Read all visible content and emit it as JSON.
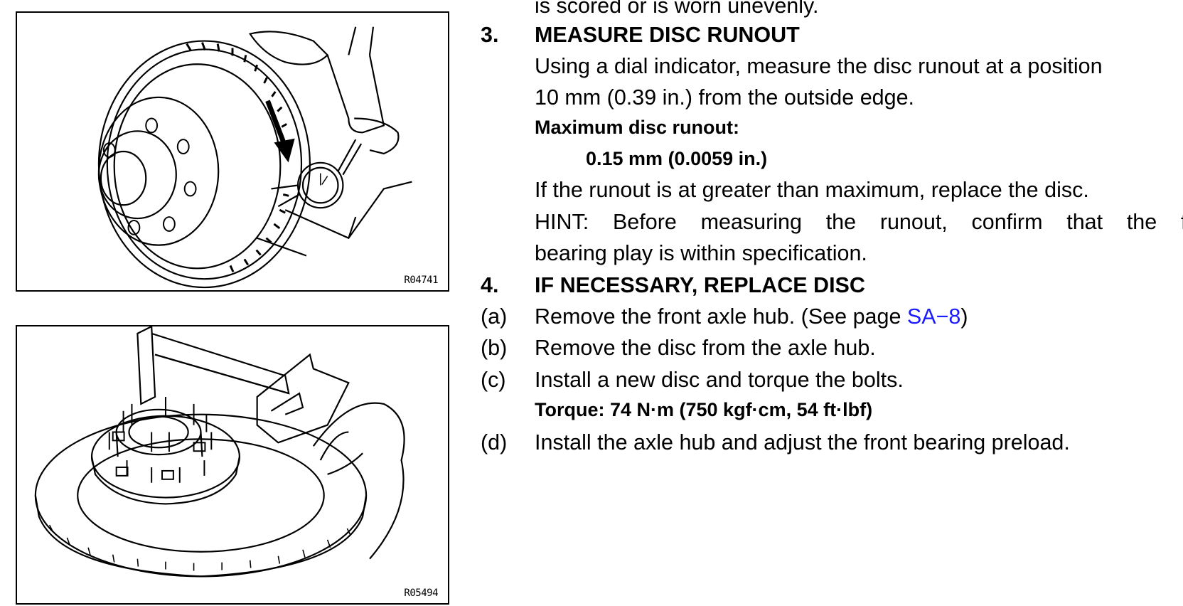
{
  "figures": [
    {
      "code": "R04741"
    },
    {
      "code": "R05494"
    }
  ],
  "content": {
    "prev_line": "is scored or is worn unevenly.",
    "section3": {
      "number": "3.",
      "title": "MEASURE DISC RUNOUT",
      "para1_line1": "Using a dial indicator, measure the disc runout at a position",
      "para1_line2": "10 mm (0.39 in.) from the outside edge.",
      "spec_label": "Maximum disc runout:",
      "spec_value": "0.15 mm (0.0059 in.)",
      "para2": "If the runout is at greater than maximum, replace the disc.",
      "hint_words": [
        "HINT:",
        "Before",
        "measuring",
        "the",
        "runout,",
        "confirm",
        "that",
        "the",
        "front"
      ],
      "hint_line2": "bearing play is within specification."
    },
    "section4": {
      "number": "4.",
      "title": "IF NECESSARY, REPLACE DISC",
      "steps": [
        {
          "label": "(a)",
          "text": "Remove the front axle hub. (See page ",
          "link": "SA−8",
          "after": ")"
        },
        {
          "label": "(b)",
          "text": "Remove the disc from the axle hub."
        },
        {
          "label": "(c)",
          "text": "Install a new disc and torque the bolts."
        },
        {
          "label": "(d)",
          "text": "Install the axle hub and adjust the front bearing preload."
        }
      ],
      "torque": "Torque: 74 N·m (750 kgf·cm, 54 ft·lbf)"
    }
  }
}
